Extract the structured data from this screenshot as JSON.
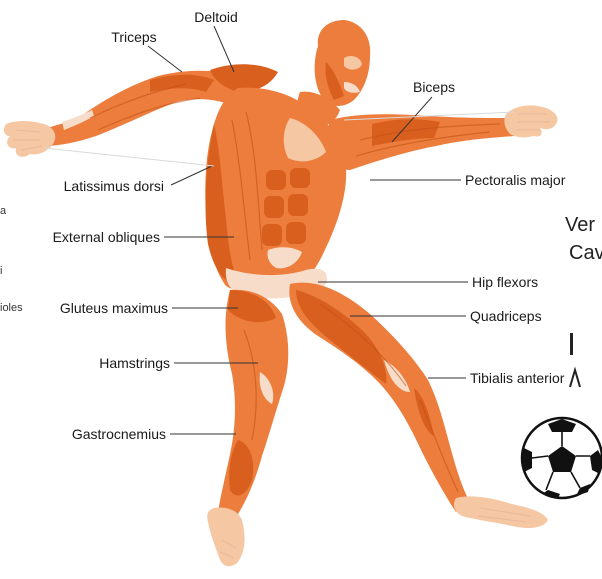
{
  "labels": {
    "deltoid": "Deltoid",
    "triceps": "Triceps",
    "biceps": "Biceps",
    "latissimus_dorsi": "Latissimus dorsi",
    "pectoralis_major": "Pectoralis major",
    "external_obliques": "External obliques",
    "hip_flexors": "Hip flexors",
    "gluteus_maximus": "Gluteus maximus",
    "quadriceps": "Quadriceps",
    "hamstrings": "Hamstrings",
    "tibialis_anterior": "Tibialis anterior",
    "gastrocnemius": "Gastrocnemius"
  },
  "cropped_text": {
    "left_a": "a",
    "left_i": "i",
    "left_ioles": "ioles",
    "right_ver": "Ver",
    "right_cav": "Cav"
  },
  "colors": {
    "muscle": "#ec7d3c",
    "muscle_dark": "#d95f1f",
    "tendon": "#f7ddc9",
    "ball_black": "#111111"
  }
}
